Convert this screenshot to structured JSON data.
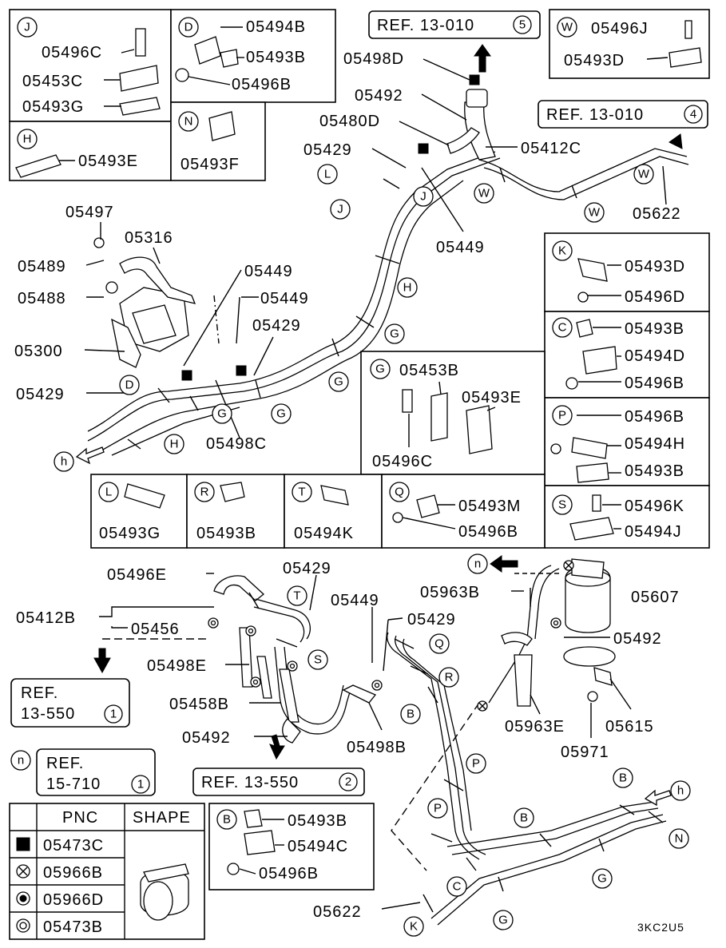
{
  "diagram_code": "3KC2U5",
  "references": {
    "ref_13_010_5": {
      "text": "REF. 13-010",
      "num": "5"
    },
    "ref_13_010_4": {
      "text": "REF. 13-010",
      "num": "4"
    },
    "ref_13_550_1": {
      "line1": "REF.",
      "line2": "13-550",
      "num": "1"
    },
    "ref_15_710_1": {
      "line1": "REF.",
      "line2": "15-710",
      "num": "1"
    },
    "ref_13_550_2": {
      "text": "REF. 13-550",
      "num": "2"
    }
  },
  "inset_boxes": {
    "J": {
      "letter": "J",
      "parts": [
        "05496C",
        "05453C",
        "05493G"
      ]
    },
    "D": {
      "letter": "D",
      "parts": [
        "05494B",
        "05493B",
        "05496B"
      ]
    },
    "W": {
      "letter": "W",
      "parts": [
        "05496J",
        "05493D"
      ]
    },
    "H": {
      "letter": "H",
      "parts": [
        "05493E"
      ]
    },
    "N": {
      "letter": "N",
      "parts": [
        "05493F"
      ]
    },
    "K": {
      "letter": "K",
      "parts": [
        "05493D",
        "05496D"
      ]
    },
    "C": {
      "letter": "C",
      "parts": [
        "05493B",
        "05494D",
        "05496B"
      ]
    },
    "G": {
      "letter": "G",
      "parts": [
        "05453B",
        "05493E",
        "05496C"
      ]
    },
    "P": {
      "letter": "P",
      "parts": [
        "05496B",
        "05494H",
        "05493B"
      ]
    },
    "L": {
      "letter": "L",
      "parts": [
        "05493G"
      ]
    },
    "R": {
      "letter": "R",
      "parts": [
        "05493B"
      ]
    },
    "T": {
      "letter": "T",
      "parts": [
        "05494K"
      ]
    },
    "Q": {
      "letter": "Q",
      "parts": [
        "05493M",
        "05496B"
      ]
    },
    "S": {
      "letter": "S",
      "parts": [
        "05496K",
        "05494J"
      ]
    },
    "B": {
      "letter": "B",
      "parts": [
        "05493B",
        "05494C",
        "05496B"
      ]
    }
  },
  "main_labels": {
    "p05498D": "05498D",
    "p05492_top": "05492",
    "p05480D": "05480D",
    "p05412C": "05412C",
    "p05429_top": "05429",
    "p05449_top": "05449",
    "p05622_top": "05622",
    "p05497": "05497",
    "p05316": "05316",
    "p05489": "05489",
    "p05488": "05488",
    "p05300": "05300",
    "p05449_a": "05449",
    "p05449_b": "05449",
    "p05429_mid": "05429",
    "p05429_left": "05429",
    "p05498C": "05498C",
    "p05496E": "05496E",
    "p05429_low1": "05429",
    "p05412B": "05412B",
    "p05456": "05456",
    "p05498E": "05498E",
    "p05449_low": "05449",
    "p05429_low2": "05429",
    "p05963B": "05963B",
    "p05607": "05607",
    "p05492_low": "05492",
    "p05458B": "05458B",
    "p05498B": "05498B",
    "p05492_low2": "05492",
    "p05963E": "05963E",
    "p05615": "05615",
    "p05971": "05971",
    "p05622_low": "05622"
  },
  "callouts": {
    "L": "L",
    "J": "J",
    "W": "W",
    "H": "H",
    "G": "G",
    "D": "D",
    "h": "h",
    "T": "T",
    "S": "S",
    "Q": "Q",
    "R": "R",
    "B": "B",
    "P": "P",
    "C": "C",
    "K": "K",
    "N": "N",
    "n": "n"
  },
  "legend": {
    "headers": {
      "pnc": "PNC",
      "shape": "SHAPE"
    },
    "rows": [
      {
        "symbol": "filled-square",
        "pnc": "05473C"
      },
      {
        "symbol": "circle-x",
        "pnc": "05966B"
      },
      {
        "symbol": "circle-dot",
        "pnc": "05966D"
      },
      {
        "symbol": "double-circle",
        "pnc": "05473B"
      }
    ]
  }
}
